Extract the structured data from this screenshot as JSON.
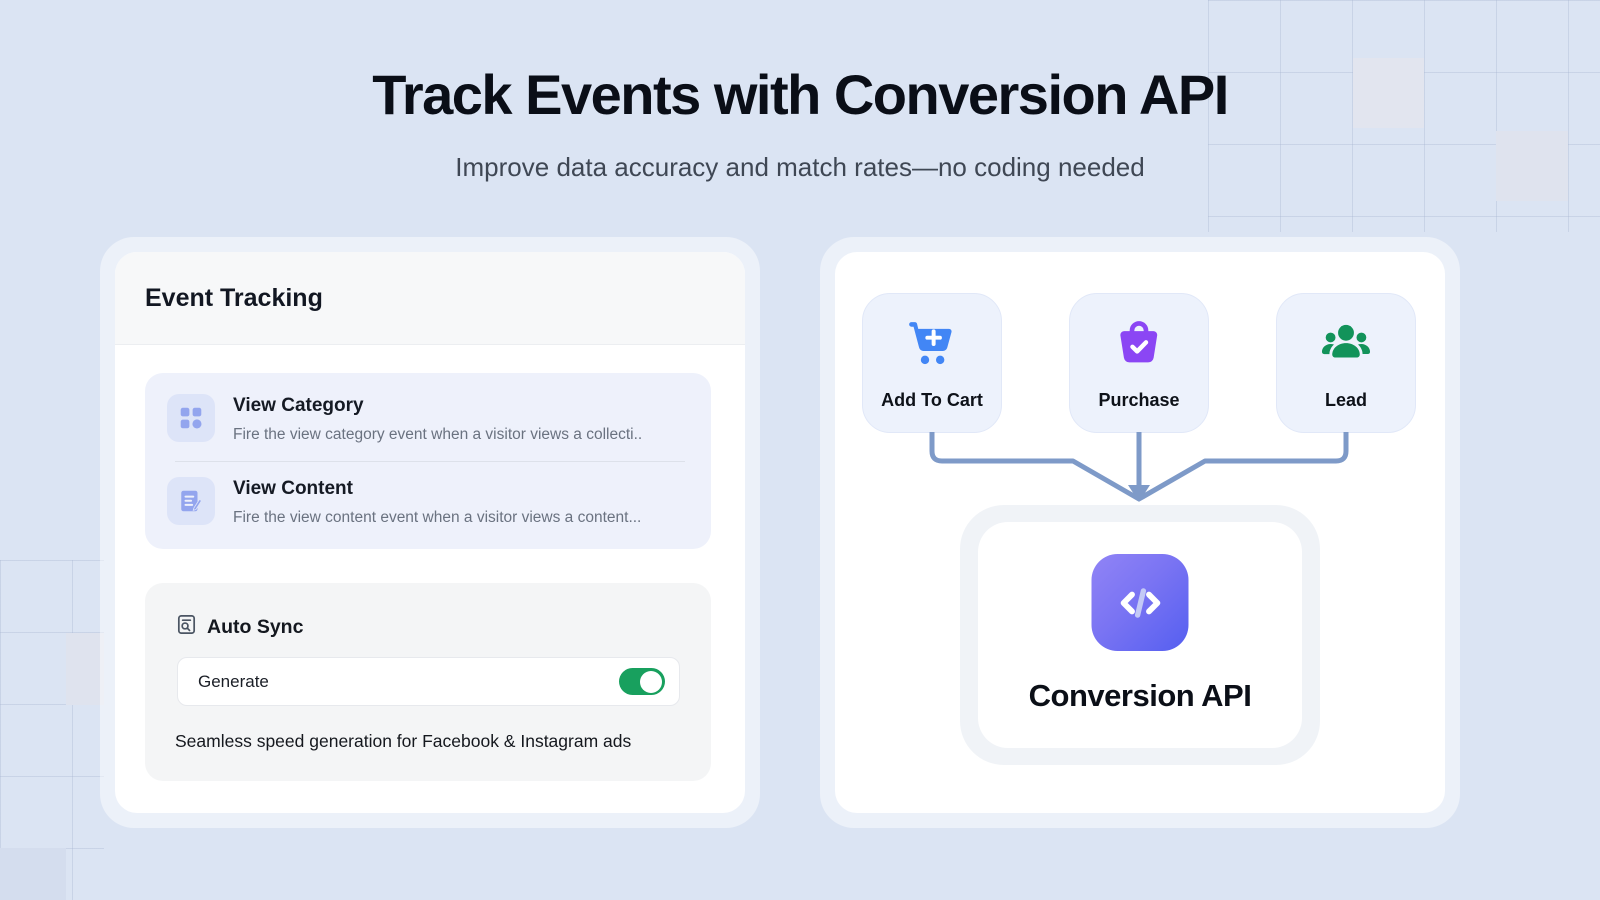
{
  "header": {
    "title": "Track Events with Conversion API",
    "subtitle": "Improve data accuracy and match rates—no coding needed"
  },
  "event_tracking": {
    "title": "Event Tracking",
    "events": [
      {
        "name": "View Category",
        "description": "Fire the view category event when a visitor views a collecti..",
        "icon": "category-grid-icon",
        "icon_color": "#93a5ee"
      },
      {
        "name": "View Content",
        "description": "Fire the view content event when a visitor views a content...",
        "icon": "content-document-icon",
        "icon_color": "#93a5ee"
      }
    ],
    "auto_sync": {
      "title": "Auto Sync",
      "icon": "document-search-icon",
      "toggle_label": "Generate",
      "toggle_state": "on",
      "toggle_color": "#18a05e",
      "description": "Seamless speed generation for Facebook & Instagram ads"
    }
  },
  "conversion_flow": {
    "sources": [
      {
        "label": "Add To Cart",
        "icon": "cart-plus-icon",
        "icon_color": "#4286f5"
      },
      {
        "label": "Purchase",
        "icon": "bag-check-icon",
        "icon_color": "#8b46f4"
      },
      {
        "label": "Lead",
        "icon": "people-group-icon",
        "icon_color": "#12935a"
      }
    ],
    "target": {
      "label": "Conversion API",
      "icon": "code-icon",
      "gradient_start": "#9184f6",
      "gradient_end": "#555ff0"
    },
    "connector_color": "#7e9ac8"
  },
  "colors": {
    "page_background": "#dbe4f3",
    "card_background": "#ffffff",
    "events_panel": "#eef1fb",
    "autosync_panel": "#f4f5f6",
    "source_card": "#edf2fc"
  }
}
